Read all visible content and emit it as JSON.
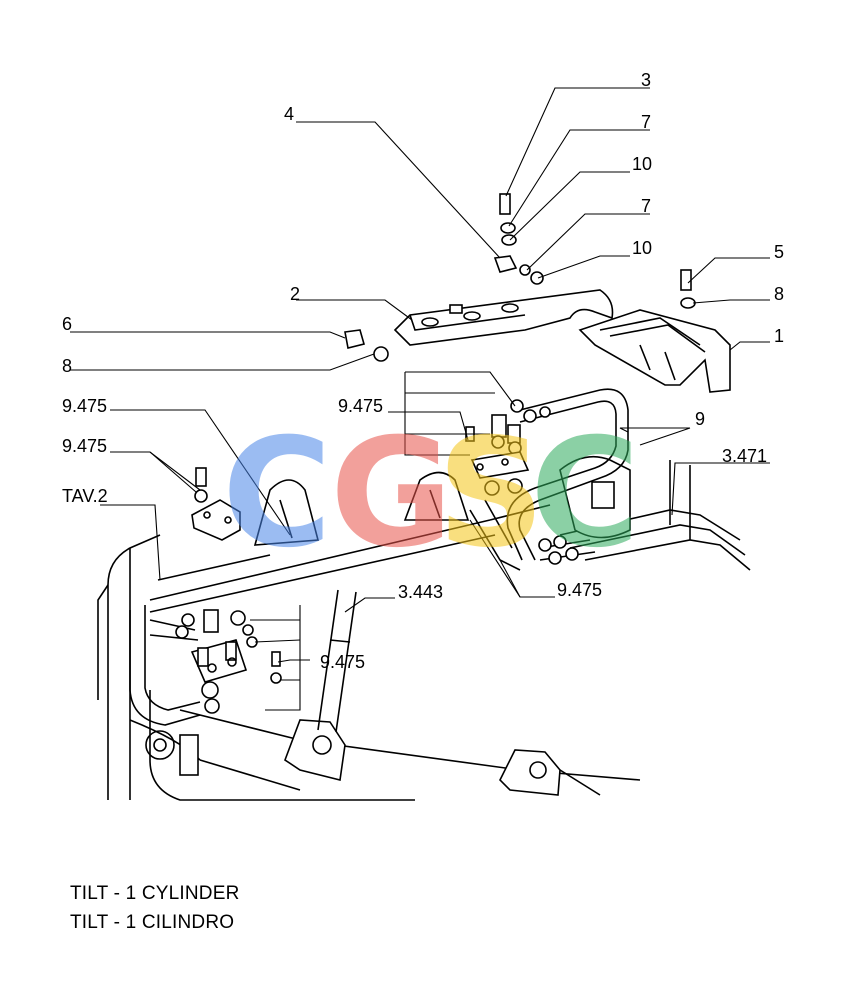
{
  "callouts": {
    "c3": "3",
    "c7a": "7",
    "c10a": "10",
    "c7b": "7",
    "c10b": "10",
    "c4": "4",
    "c5": "5",
    "c8a": "8",
    "c1": "1",
    "c2": "2",
    "c6": "6",
    "c8b": "8",
    "c9475a": "9.475",
    "c9475b": "9.475",
    "c9475c": "9.475",
    "c9475d": "9.475",
    "c9475e": "9.475",
    "c9": "9",
    "c3471": "3.471",
    "ctav2": "TAV.2",
    "c3443": "3.443"
  },
  "watermark": {
    "g1": "C",
    "g2": "G",
    "g3": "S",
    "g4": "C"
  },
  "colors": {
    "wm_blue": "#4a86e8",
    "wm_red": "#e8534a",
    "wm_yellow": "#f5c518",
    "wm_green": "#2eaa5c"
  },
  "caption": {
    "line1": "TILT - 1 CYLINDER",
    "line2": "TILT - 1 CILINDRO"
  }
}
